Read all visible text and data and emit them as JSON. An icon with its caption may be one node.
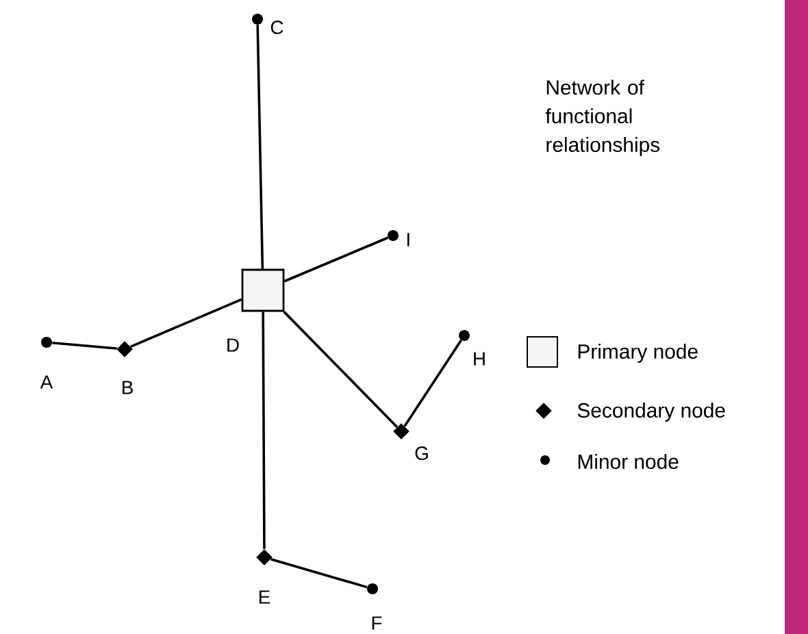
{
  "diagram": {
    "title": "Network of functional relationships",
    "nodes": [
      {
        "text": [],
        "shape": "circle",
        "beside": [
          "C"
        ]
      },
      {
        "text": [],
        "shape": "circle",
        "beside": [
          "I"
        ]
      },
      {
        "text": [],
        "shape": "box",
        "beside": [
          "D"
        ]
      },
      {
        "text": [],
        "shape": "circle",
        "beside": [
          "A"
        ]
      },
      {
        "text": [],
        "shape": "diamond",
        "beside": [
          "B"
        ]
      },
      {
        "text": [],
        "shape": "circle",
        "beside": [
          "H"
        ]
      },
      {
        "text": [],
        "shape": "diamond",
        "beside": [
          "G"
        ]
      },
      {
        "text": [],
        "shape": "diamond",
        "beside": [
          "E"
        ]
      },
      {
        "text": [],
        "shape": "circle",
        "beside": [
          "F"
        ]
      }
    ],
    "edges": [
      {
        "from": 0,
        "to": 2,
        "arrow": "none"
      },
      {
        "from": 2,
        "to": 1,
        "arrow": "none"
      },
      {
        "from": 3,
        "to": 4,
        "arrow": "none"
      },
      {
        "from": 4,
        "to": 2,
        "arrow": "none"
      },
      {
        "from": 2,
        "to": 6,
        "arrow": "none"
      },
      {
        "from": 6,
        "to": 5,
        "arrow": "none"
      },
      {
        "from": 2,
        "to": 7,
        "arrow": "none"
      },
      {
        "from": 7,
        "to": 8,
        "arrow": "none"
      }
    ],
    "legend": [
      {
        "text": "Primary node"
      },
      {
        "text": "Secondary node"
      },
      {
        "text": "Minor node"
      }
    ]
  }
}
